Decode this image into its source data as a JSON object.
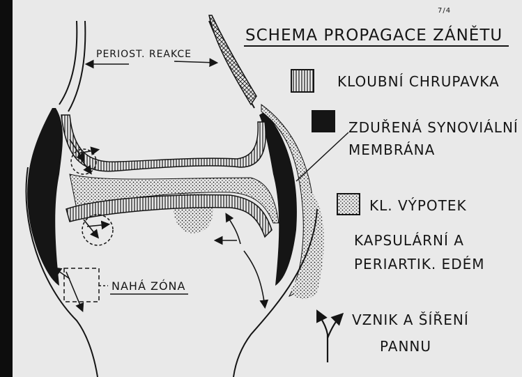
{
  "title": "SCHEMA PROPAGACE ZÁNĚTU",
  "page_mark": "7/4",
  "annotations": {
    "periost": "PERIOST. REAKCE",
    "naha_zona": "NAHÁ ZÓNA"
  },
  "legend": [
    {
      "pattern": "vertical-lines",
      "icon": "cartilage-swatch",
      "lines": [
        "KLOUBNÍ CHRUPAVKA"
      ]
    },
    {
      "pattern": "solid-black",
      "icon": "synovial-swatch",
      "lines": [
        "ZDUŘENÁ SYNOVIÁLNÍ",
        "MEMBRÁNA"
      ]
    },
    {
      "pattern": "dots",
      "icon": "effusion-swatch",
      "lines": [
        "KL. VÝPOTEK",
        "KAPSULÁRNÍ A",
        "PERIARTIK. EDÉM"
      ]
    },
    {
      "pattern": "branching-arrows",
      "icon": "spread-arrows",
      "lines": [
        "VZNIK A ŠÍŘENÍ",
        "PANNU"
      ]
    }
  ],
  "colors": {
    "ink": "#151515",
    "paper": "#e9e9e9",
    "frame": "#0d0d0d"
  }
}
